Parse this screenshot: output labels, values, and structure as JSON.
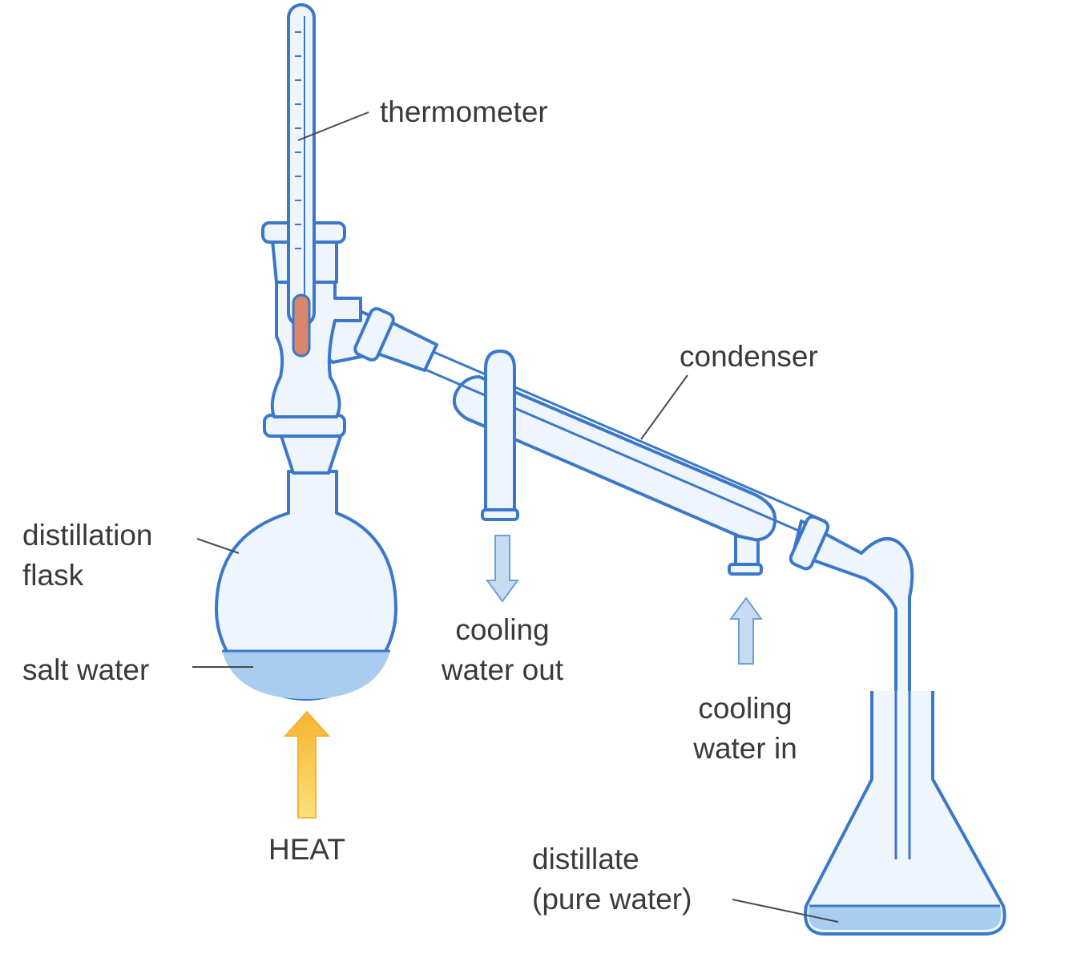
{
  "labels": {
    "thermometer": "thermometer",
    "condenser": "condenser",
    "distillation_flask_line1": "distillation",
    "distillation_flask_line2": "flask",
    "salt_water": "salt water",
    "cooling_water_out_line1": "cooling",
    "cooling_water_out_line2": "water out",
    "cooling_water_in_line1": "cooling",
    "cooling_water_in_line2": "water in",
    "heat": "HEAT",
    "distillate_line1": "distillate",
    "distillate_line2": "(pure water)"
  },
  "colors": {
    "glass_outline": "#3b78c9",
    "glass_fill": "#eef5fc",
    "liquid": "#a9cdf0",
    "thermometer_bulb": "#d9866a",
    "heat_arrow_top": "#f5b52e",
    "heat_arrow_bottom": "#fbe07a",
    "water_arrow": "#c7dcf3",
    "label_text": "#3a3a3a"
  }
}
